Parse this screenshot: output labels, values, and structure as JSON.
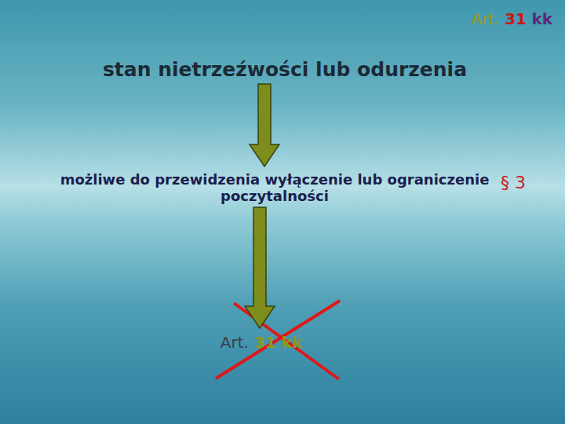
{
  "diagram": {
    "title": "Art. 31 kk",
    "nodes": [
      {
        "text": [
          "stan nietrzeźwości lub odurzenia"
        ]
      },
      {
        "text": [
          "możliwe do przewidzenia wyłączenie lub ograniczenie poczytalności"
        ]
      },
      {
        "text": [
          "Art. 31 kk"
        ]
      }
    ],
    "edges": [
      {
        "from": 0,
        "to": 1,
        "arrow": "to"
      },
      {
        "from": 1,
        "to": 2,
        "arrow": "to"
      }
    ],
    "labels": [
      "§ 3"
    ]
  }
}
